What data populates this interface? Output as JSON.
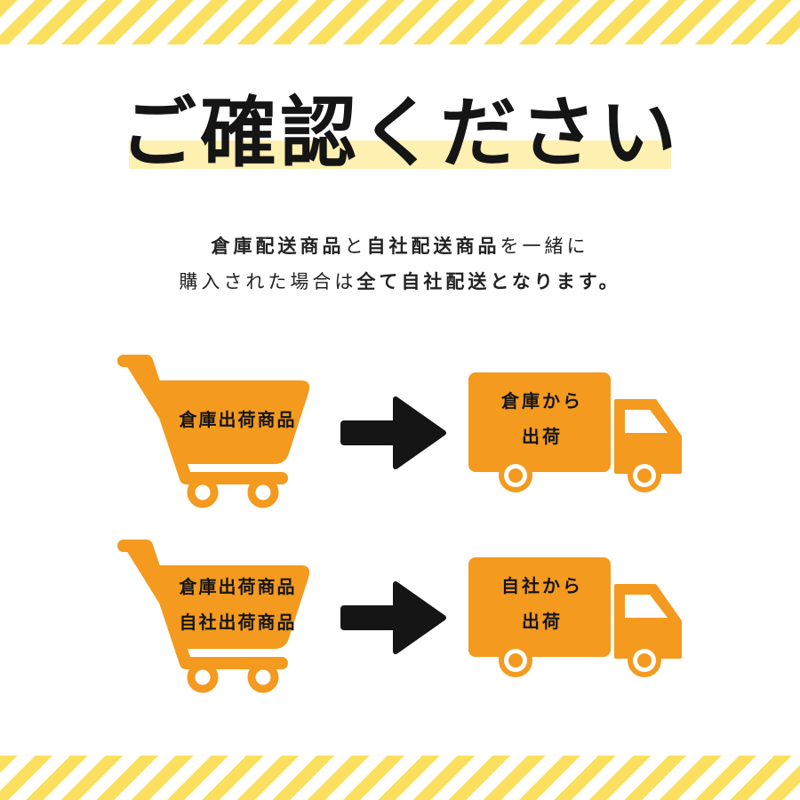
{
  "title": "ご確認ください",
  "notice": {
    "line1_bold1": "倉庫配送商品",
    "line1_thin1": "と",
    "line1_bold2": "自社配送商品",
    "line1_thin2": "を一緒に",
    "line2_thin": "購入された場合は",
    "line2_bold": "全て自社配送となります。"
  },
  "rows": [
    {
      "cart_lines": [
        "倉庫出荷商品"
      ],
      "truck_lines": [
        "倉庫から",
        "出荷"
      ]
    },
    {
      "cart_lines": [
        "倉庫出荷商品",
        "自社出荷商品"
      ],
      "truck_lines": [
        "自社から",
        "出荷"
      ]
    }
  ],
  "colors": {
    "accent_orange": "#f39a1f",
    "stripe_yellow": "#fbe05f",
    "highlight_yellow": "#fdf0b0",
    "arrow_black": "#151515"
  },
  "icons": [
    "cart-icon",
    "arrow-right-icon",
    "truck-icon"
  ]
}
